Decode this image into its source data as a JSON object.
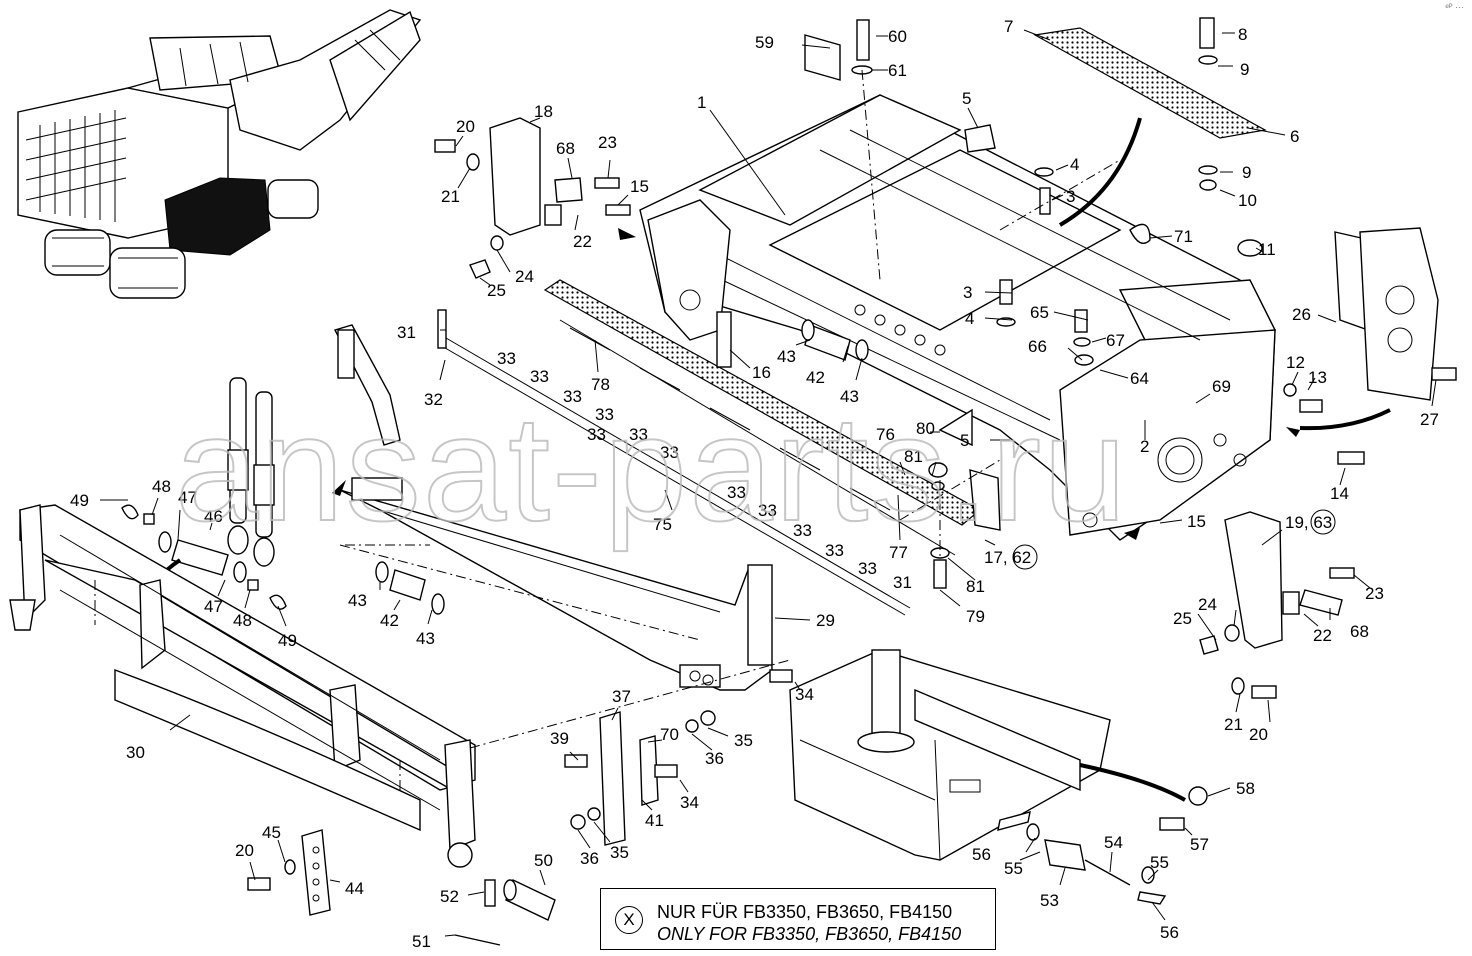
{
  "watermark": "ansat-parts.ru",
  "note": {
    "symbol": "X",
    "line_de": "NUR FÜR FB3350, FB3650, FB4150",
    "line_en": "ONLY FOR FB3350, FB3650, FB4150"
  },
  "corner_mark": "ᵉᴾ ···",
  "callouts": {
    "c1": "1",
    "c2": "2",
    "c3a": "3",
    "c3b": "3",
    "c4a": "4",
    "c4b": "4",
    "c5a": "5",
    "c5b": "5",
    "c6": "6",
    "c7": "7",
    "c8": "8",
    "c9a": "9",
    "c9b": "9",
    "c10": "10",
    "c11": "11",
    "c12": "12",
    "c13": "13",
    "c14": "14",
    "c15a": "15",
    "c15b": "15",
    "c16": "16",
    "c17_62": "17, 62",
    "c18": "18",
    "c19_63": "19, 63",
    "c20a": "20",
    "c20b": "20",
    "c20c": "20",
    "c21a": "21",
    "c21b": "21",
    "c22a": "22",
    "c22b": "22",
    "c23a": "23",
    "c23b": "23",
    "c24a": "24",
    "c24b": "24",
    "c25a": "25",
    "c25b": "25",
    "c26": "26",
    "c27": "27",
    "c29": "29",
    "c30": "30",
    "c31a": "31",
    "c31b": "31",
    "c32": "32",
    "c33a": "33",
    "c33b": "33",
    "c33c": "33",
    "c33d": "33",
    "c33e": "33",
    "c33f": "33",
    "c33g": "33",
    "c33h": "33",
    "c33i": "33",
    "c33j": "33",
    "c33k": "33",
    "c34a": "34",
    "c34b": "34",
    "c35a": "35",
    "c35b": "35",
    "c36a": "36",
    "c36b": "36",
    "c37": "37",
    "c39": "39",
    "c41": "41",
    "c42a": "42",
    "c42b": "42",
    "c43a": "43",
    "c43b": "43",
    "c43c": "43",
    "c43d": "43",
    "c44": "44",
    "c45": "45",
    "c46": "46",
    "c47a": "47",
    "c47b": "47",
    "c48a": "48",
    "c48b": "48",
    "c49a": "49",
    "c49b": "49",
    "c50": "50",
    "c51": "51",
    "c52": "52",
    "c53": "53",
    "c54": "54",
    "c55a": "55",
    "c55b": "55",
    "c56a": "56",
    "c56b": "56",
    "c57": "57",
    "c58": "58",
    "c59": "59",
    "c60": "60",
    "c61": "61",
    "c64": "64",
    "c65": "65",
    "c66": "66",
    "c67": "67",
    "c68a": "68",
    "c68b": "68",
    "c69": "69",
    "c70": "70",
    "c71": "71",
    "c75": "75",
    "c76": "76",
    "c77": "77",
    "c78": "78",
    "c79": "79",
    "c80": "80",
    "c81a": "81",
    "c81b": "81"
  }
}
